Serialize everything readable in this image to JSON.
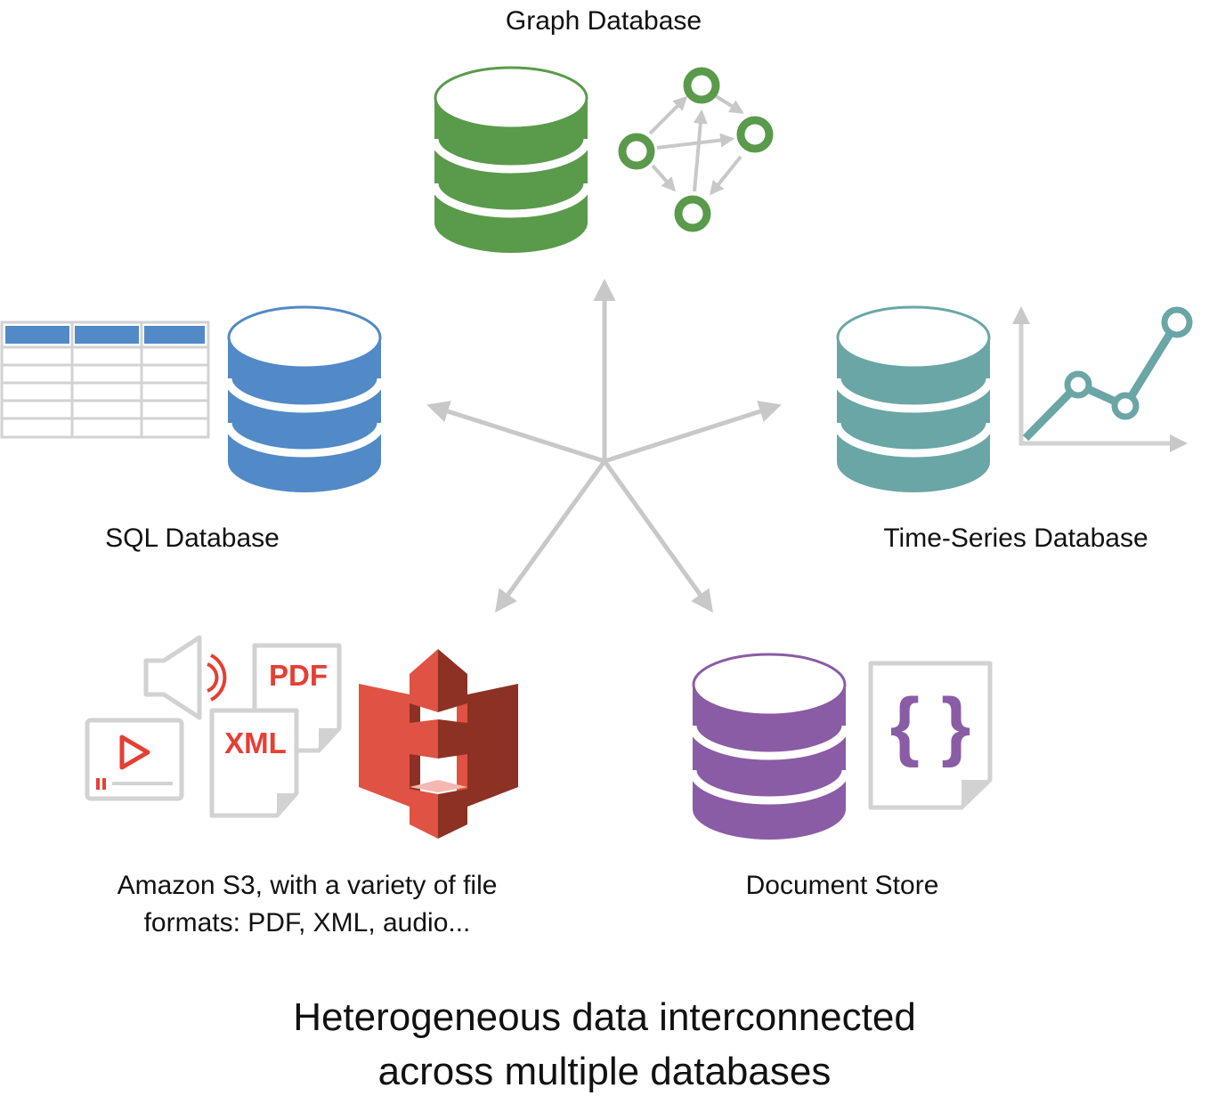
{
  "labels": {
    "graph": "Graph Database",
    "sql": "SQL Database",
    "timeseries": "Time-Series Database",
    "s3_line1": "Amazon S3, with a variety of file",
    "s3_line2": "formats: PDF, XML, audio...",
    "document": "Document Store"
  },
  "caption": {
    "line1": "Heterogeneous data interconnected",
    "line2": "across multiple databases"
  },
  "file_icons": {
    "pdf": "PDF",
    "xml": "XML",
    "json_braces": "{ }"
  },
  "icons": [
    "database-icon",
    "graph-network-icon",
    "table-grid-icon",
    "line-chart-icon",
    "amazon-s3-icon",
    "audio-file-icon",
    "video-file-icon",
    "pdf-file-icon",
    "xml-file-icon",
    "json-document-icon"
  ],
  "colors": {
    "graph": "#5a9a4b",
    "sql": "#5289c7",
    "timeseries": "#6aa6a5",
    "document": "#8a5ca5",
    "s3_light": "#e05243",
    "s3_dark": "#8c3123",
    "file_accent": "#e53f34",
    "arrows": "#c8c8c8"
  }
}
